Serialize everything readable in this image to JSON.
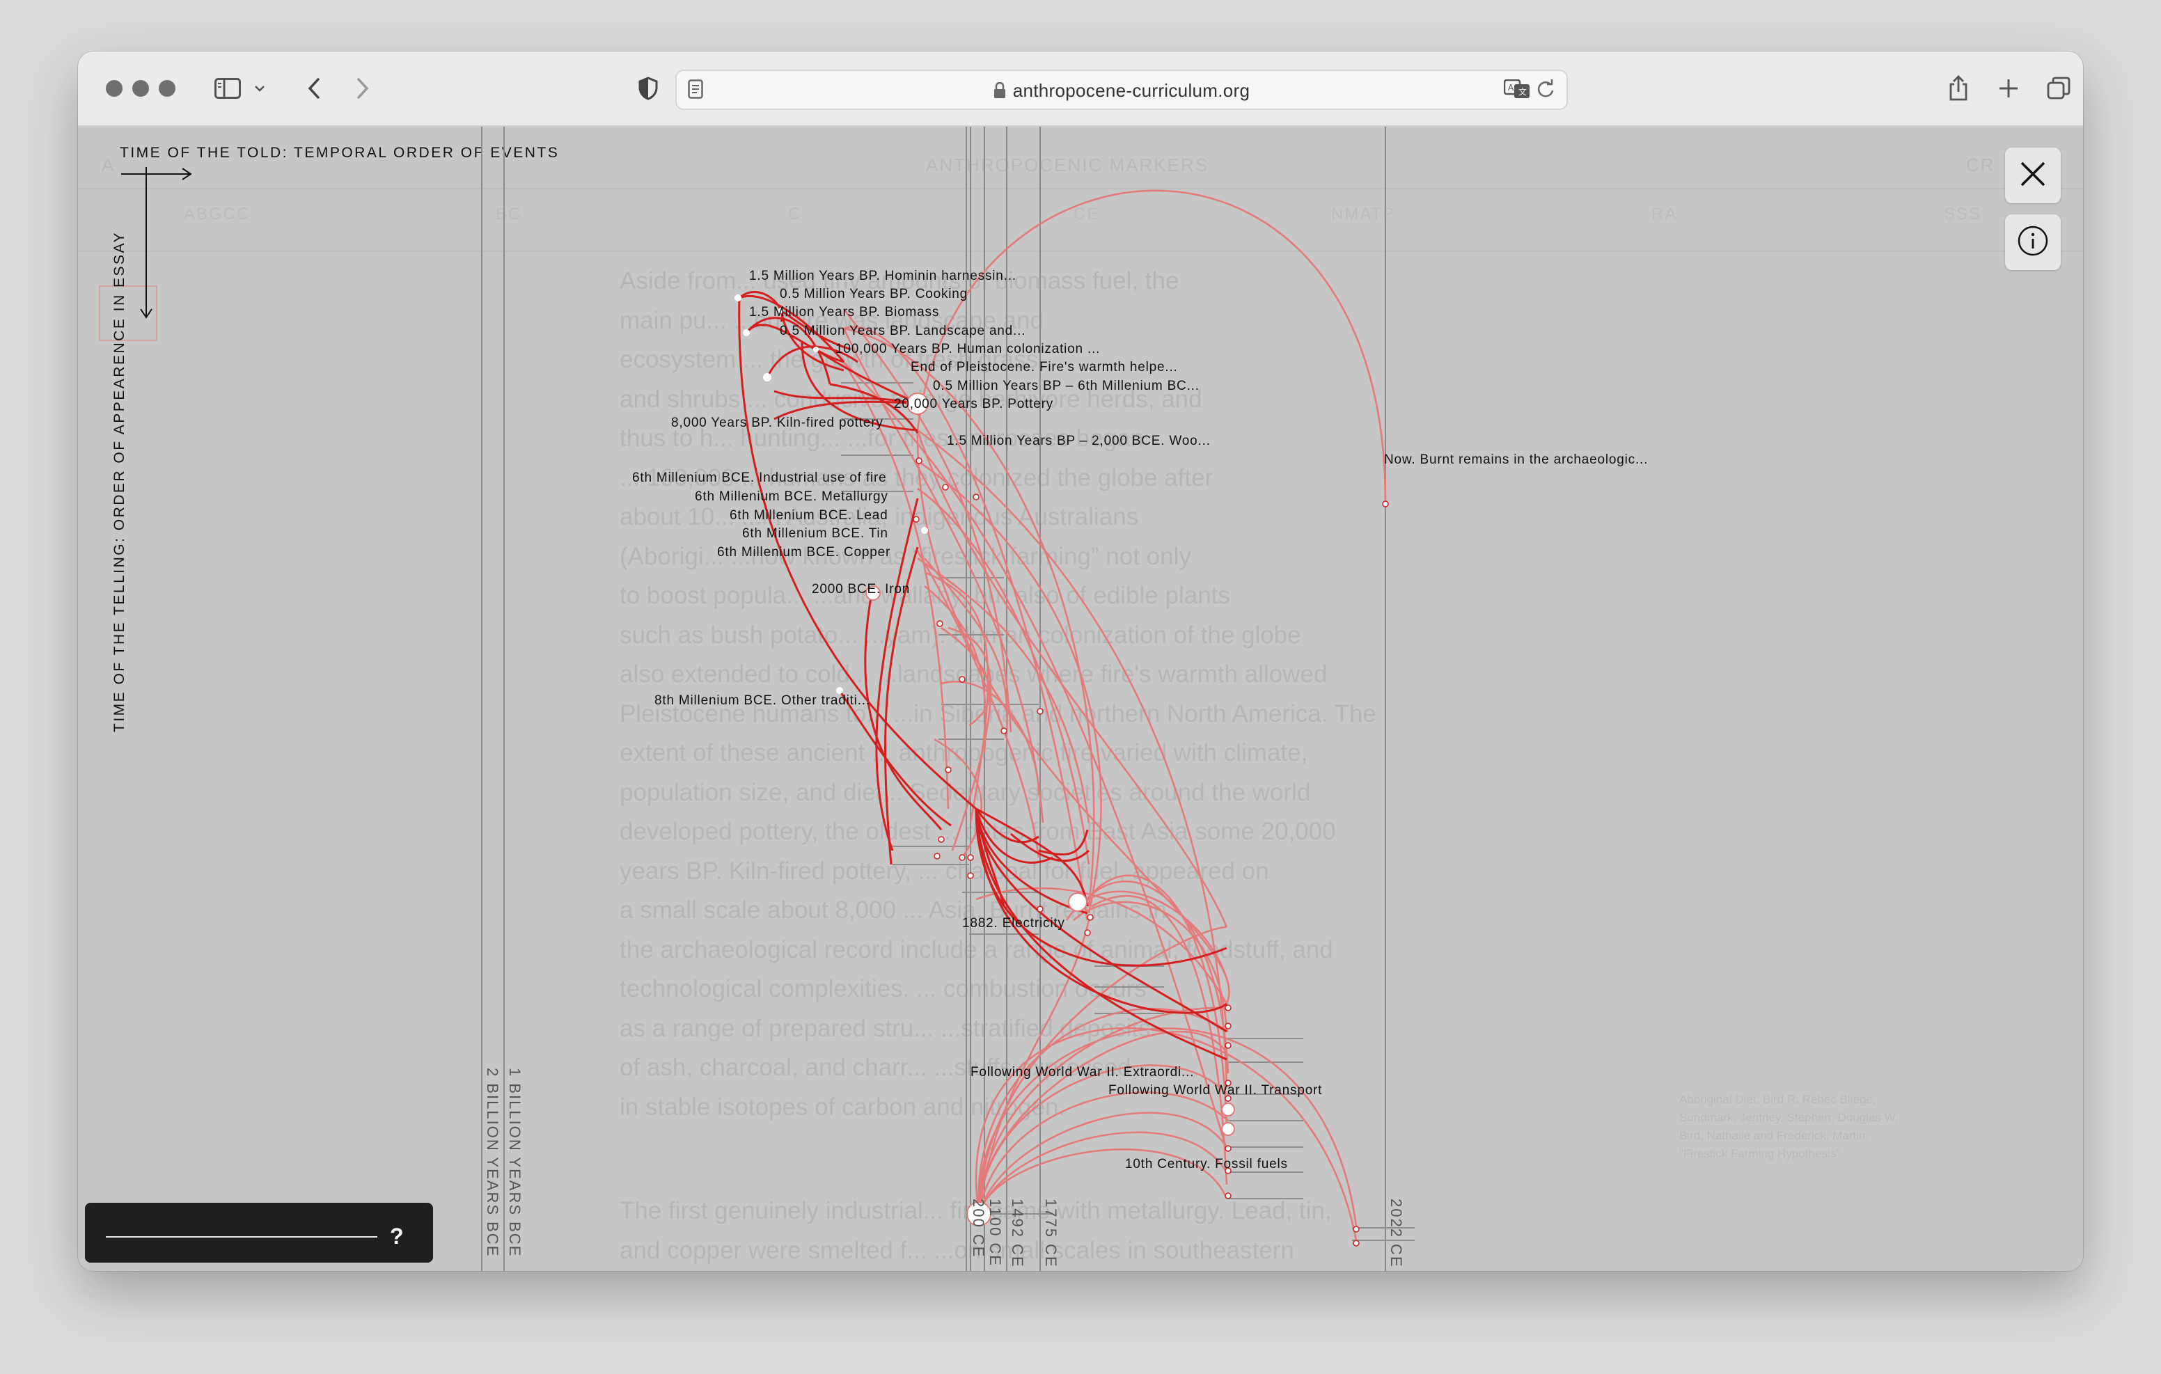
{
  "browser": {
    "url": "anthropocene-curriculum.org",
    "toolbar_icons": [
      "sidebar-icon",
      "chevron-down-icon",
      "back-icon",
      "forward-icon",
      "shield-icon",
      "reader-icon",
      "lock-icon",
      "translate-icon",
      "reload-icon",
      "share-icon",
      "plus-icon",
      "tabs-icon"
    ]
  },
  "background": {
    "header_left": "A",
    "header_center": "ANTHROPOCENIC MARKERS",
    "header_right": "CR",
    "columns": [
      "ABGCC",
      "BC",
      "C",
      "CE",
      "NMATP",
      "RA",
      "SSS"
    ],
    "paragraph1": [
      "Aside from... used tiny amounts of biomass fuel, the",
      "main pu... ...but fire was landscape and",
      "ecosystem ... the growth of fresh grass",
      "and shrubs ... conducive to large herbivore herds, and",
      "thus to h... hunting... ...for these purposes began",
      "... 100,000 ... humans as they colonized the globe after",
      "about 10... ...in Australia, indigenous Australians",
      "(Aborigi... ...now known as “firestick farming” not only",
      "to boost popula... ...and wallaby, but also of edible plants",
      "such as bush potato... ...yam). Human colonization of the globe",
      "also extended to cold... ...landscapes where fire's warmth allowed",
      "Pleistocene humans to... ...in Siberia and northern North America. The",
      "extent of these ancient ... anthropogenic fire varied with climate,",
      "population size, and diet... Sedentary societies around the world",
      "developed pottery, the oldest ... dates from East Asia some 20,000",
      "years BP. Kiln-fired pottery, ... charcoal for fuel, appeared on",
      "a small scale about 8,000 ... Asia. Burnt remains in",
      "the archaeological record include a range of animal, foodstuff, and",
      "technological complexities. ... combustion occurs",
      "as a range of prepared stru... ...stratified deposits",
      "of ash, charcoal, and charr... ...stuffs expressed",
      "in stable isotopes of carbon and nitrogen."
    ],
    "paragraph2": [
      "The first genuinely industrial... fire came with metallurgy. Lead, tin,",
      "and copper were smelted f... ...on small scales in southeastern"
    ],
    "footnote": "Aboriginal Diet, Bird R. Rebec Bliege, Sundmark, Jentney, Stephen, Douglas W. Bird, Nathalie and Frederick, Martin, \"Firestick Farming Hypothesis\""
  },
  "axes": {
    "horizontal_title": "TIME OF THE TOLD: TEMPORAL ORDER OF EVENTS",
    "vertical_title": "TIME OF THE TELLING: ORDER OF APPEARENCE IN ESSAY"
  },
  "timeline_markers": [
    "2 BILLION YEARS BCE",
    "1 BILLION YEARS BCE",
    "200 CE",
    "1100 CE",
    "1492 CE",
    "1775 CE",
    "2022 CE"
  ],
  "events": [
    "1.5 Million Years BP. Hominin harnessin...",
    "0.5 Million Years BP. Cooking",
    "1.5 Million Years BP. Biomass",
    "0.5 Million Years BP. Landscape and...",
    "100,000 Years BP. Human colonization ...",
    "End of Pleistocene. Fire's warmth helpe...",
    "0.5 Million Years BP – 6th Millenium BC...",
    "20,000 Years BP. Pottery",
    "8,000 Years BP. Kiln-fired pottery",
    "1.5 Million Years BP – 2,000 BCE. Woo...",
    "Now. Burnt remains in the archaeologic...",
    "6th Millenium BCE. Industrial use of fire",
    "6th Millenium BCE. Metallurgy",
    "6th Millenium BCE. Lead",
    "6th Millenium BCE. Tin",
    "6th Millenium BCE. Copper",
    "2000 BCE. Iron",
    "8th Millenium BCE. Other traditi...",
    "1882. Electricity",
    "Following World War II. Extraordi...",
    "Following World War II. Transport",
    "10th Century. Fossil fuels"
  ],
  "controls": {
    "close_icon": "close-icon",
    "info_icon": "info-icon",
    "legend_help": "?"
  },
  "colors": {
    "accent_red": "#d41f1f",
    "light_red": "#e37b7b",
    "overlay_gray": "#c7c7c7",
    "legend_bg": "#1f1f1f"
  }
}
